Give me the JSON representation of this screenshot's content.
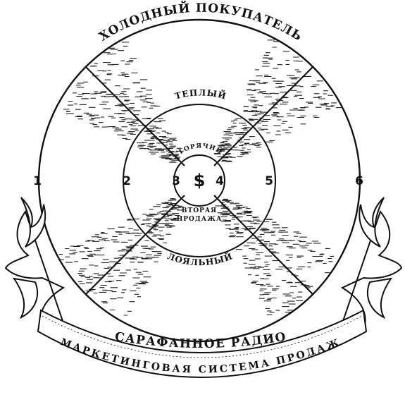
{
  "diagram": {
    "outer_title": "ХОЛОДНЫЙ ПОКУПАТЕЛЬ",
    "ring_warm": "ТЕПЛЫЙ",
    "ring_loyal": "ЛОЯЛЬНЫЙ",
    "ring_hot": "ГОРЯЧИЙ",
    "ring_second_sale_1": "ВТОРАЯ",
    "ring_second_sale_2": "ПРОДАЖА",
    "center_symbol": "$",
    "numbers": [
      "1",
      "2",
      "3",
      "4",
      "5",
      "6"
    ],
    "banner_main": "САРАФАННОЕ РАДИО",
    "banner_sub": "МАРКЕТИНГОВАЯ СИСТЕМА ПРОДАЖ",
    "colors": {
      "ink": "#111111",
      "dollar": "#3aa53a",
      "paper": "#ffffff"
    }
  }
}
